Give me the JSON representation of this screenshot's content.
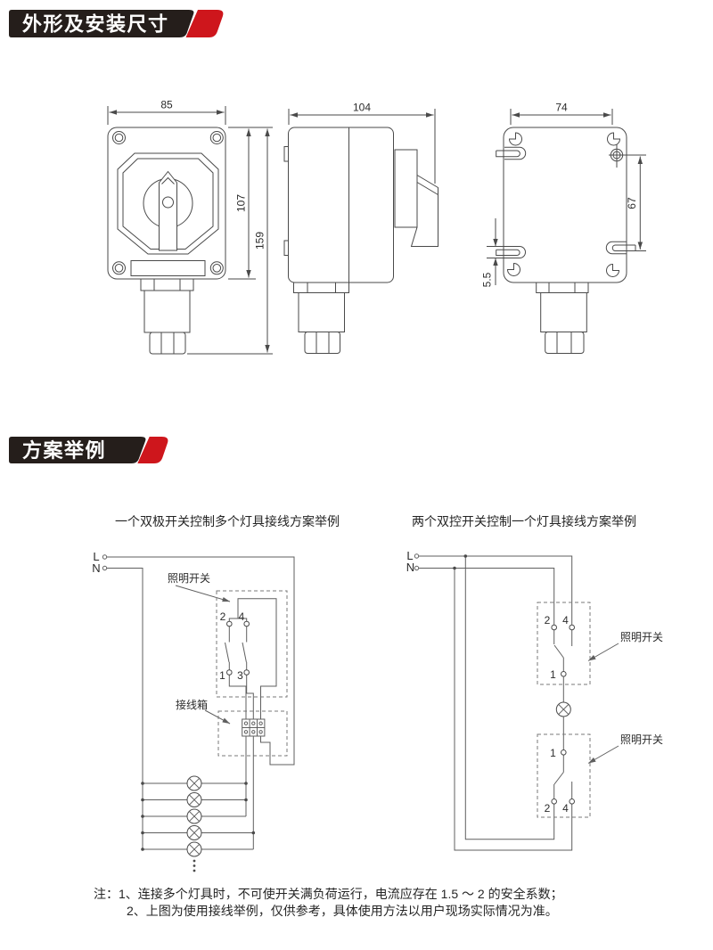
{
  "colors": {
    "banner_black": "#251e1b",
    "banner_red": "#ce161c",
    "drawing_line": "#4a4a4a",
    "wire_line": "#5f5f5f",
    "text": "#252525"
  },
  "sections": {
    "dimensions_title": "外形及安装尺寸",
    "schemes_title": "方案举例"
  },
  "dimensions": {
    "front": {
      "width": "85",
      "inner_height": "107",
      "total_height": "159"
    },
    "side": {
      "width": "104"
    },
    "back": {
      "width": "74",
      "hole_spacing": "67",
      "edge_offset": "5.5"
    }
  },
  "schemes": {
    "left": {
      "title": "一个双极开关控制多个灯具接线方案举例",
      "line_label": "L",
      "neutral_label": "N",
      "switch_label": "照明开关",
      "junction_label": "接线箱",
      "t2": "2",
      "t4": "4",
      "t1": "1",
      "t3": "3"
    },
    "right": {
      "title": "两个双控开关控制一个灯具接线方案举例",
      "line_label": "L",
      "neutral_label": "N",
      "switch1_label": "照明开关",
      "switch2_label": "照明开关",
      "s1_t2": "2",
      "s1_t4": "4",
      "s1_t1": "1",
      "s2_t1": "1",
      "s2_t2": "2",
      "s2_t4": "4"
    }
  },
  "notes": {
    "line1": "注：1、连接多个灯具时，不可使开关满负荷运行，电流应存在 1.5 ～ 2 的安全系数；",
    "line2": "2、上图为使用接线举例，仅供参考，具体使用方法以用户现场实际情况为准。"
  }
}
